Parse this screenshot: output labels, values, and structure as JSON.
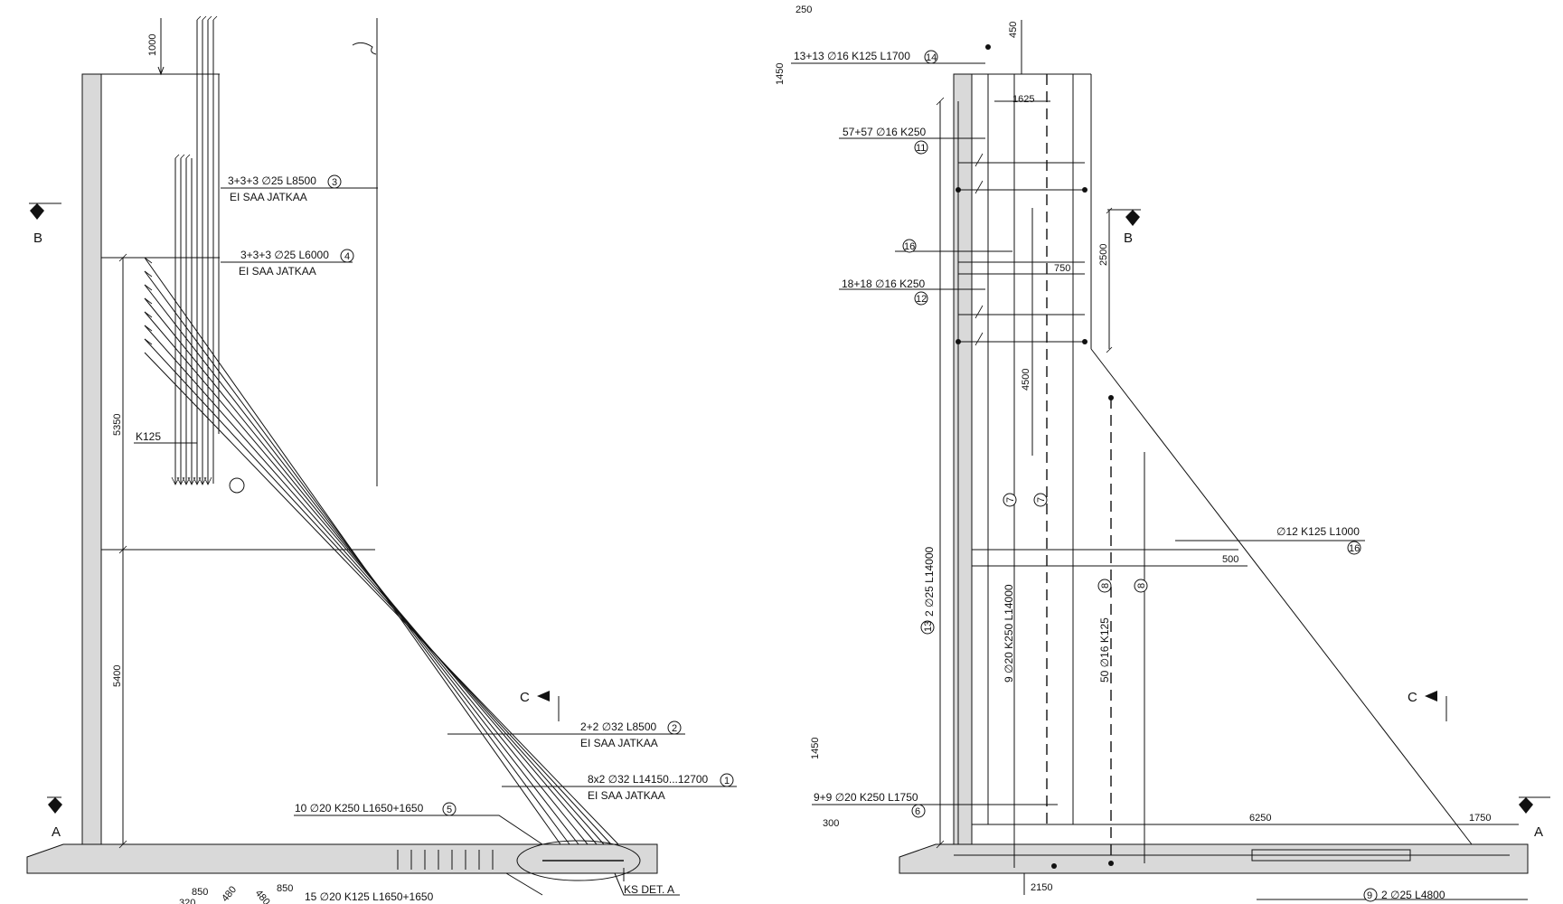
{
  "left_view": {
    "dims": {
      "d1000": "1000",
      "d5350": "5350",
      "d5400": "5400",
      "d850a": "850",
      "d480a": "480",
      "d480b": "480",
      "d850b": "850",
      "d320": "320"
    },
    "k125": "K125",
    "bar3": {
      "label": "3+3+3 ∅25 L8500",
      "num": "3",
      "note": "EI SAA JATKAA"
    },
    "bar4": {
      "label": "3+3+3 ∅25 L6000",
      "num": "4",
      "note": "EI SAA JATKAA"
    },
    "bar2": {
      "label": "2+2 ∅32 L8500",
      "num": "2",
      "note": "EI SAA JATKAA"
    },
    "bar1": {
      "label": "8x2 ∅32 L14150...12700",
      "num": "1",
      "note": "EI SAA JATKAA"
    },
    "bar5": {
      "label": "10 ∅20 K250 L1650+1650",
      "num": "5"
    },
    "bar15": {
      "label": "15 ∅20 K125 L1650+1650"
    },
    "detail": "KS DET. A",
    "sections": {
      "b": "B",
      "a": "A",
      "c": "C"
    }
  },
  "right_view": {
    "dims": {
      "d250": "250",
      "d1450a": "1450",
      "d450": "450",
      "d1625": "1625",
      "d2500": "2500",
      "d750": "750",
      "d4500": "4500",
      "d500": "500",
      "d1450b": "1450",
      "d300": "300",
      "d2150": "2150",
      "d6250": "6250",
      "d1750": "1750"
    },
    "bar14": {
      "label": "13+13 ∅16 K125 L1700",
      "num": "14"
    },
    "bar11": {
      "label": "57+57 ∅16 K250",
      "num": "11"
    },
    "bar16a": {
      "num": "16"
    },
    "bar12": {
      "label": "18+18 ∅16 K250",
      "num": "12"
    },
    "bar16b": {
      "label": "∅12 K125 L1000",
      "num": "16"
    },
    "bar13": {
      "label": "2 ∅25 L14000",
      "num": "13"
    },
    "bar7": {
      "num": "7"
    },
    "bar7b": {
      "num": "7"
    },
    "bar8a": {
      "num": "8"
    },
    "bar8b": {
      "num": "8"
    },
    "bar9x": {
      "label": "9 ∅20 K250 L14000"
    },
    "bar50": {
      "label": "50 ∅16 K125"
    },
    "bar6": {
      "label": "9+9 ∅20 K250 L1750",
      "num": "6"
    },
    "bar9": {
      "label": "2 ∅25 L4800",
      "num": "9"
    },
    "sections": {
      "b": "B",
      "c": "C",
      "a": "A"
    }
  }
}
